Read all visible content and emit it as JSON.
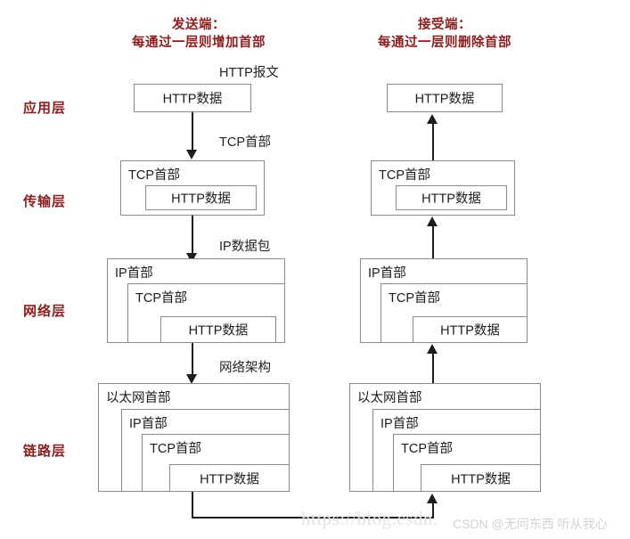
{
  "headers": {
    "sender": {
      "line1": "发送端：",
      "line2": "每通过一层则增加首部"
    },
    "receiver": {
      "line1": "接受端：",
      "line2": "每通过一层则删除首部"
    }
  },
  "layers": [
    {
      "name": "应用层"
    },
    {
      "name": "传输层"
    },
    {
      "name": "网络层"
    },
    {
      "name": "链路层"
    }
  ],
  "annotations": {
    "http_message": "HTTP报文",
    "tcp_header": "TCP首部",
    "ip_packet": "IP数据包",
    "network_arch": "网络架构"
  },
  "labels": {
    "http_data": "HTTP数据",
    "tcp_header": "TCP首部",
    "ip_header": "IP首部",
    "eth_header": "以太网首部"
  },
  "watermark": {
    "url": "https://blog.csdn.",
    "tag": "CSDN @无问东西 听从我心"
  },
  "colors": {
    "heading_red": "#8c1d1d",
    "box_border": "#8a8a8a",
    "line": "#1d1d1d",
    "text": "#1c1c1c"
  }
}
